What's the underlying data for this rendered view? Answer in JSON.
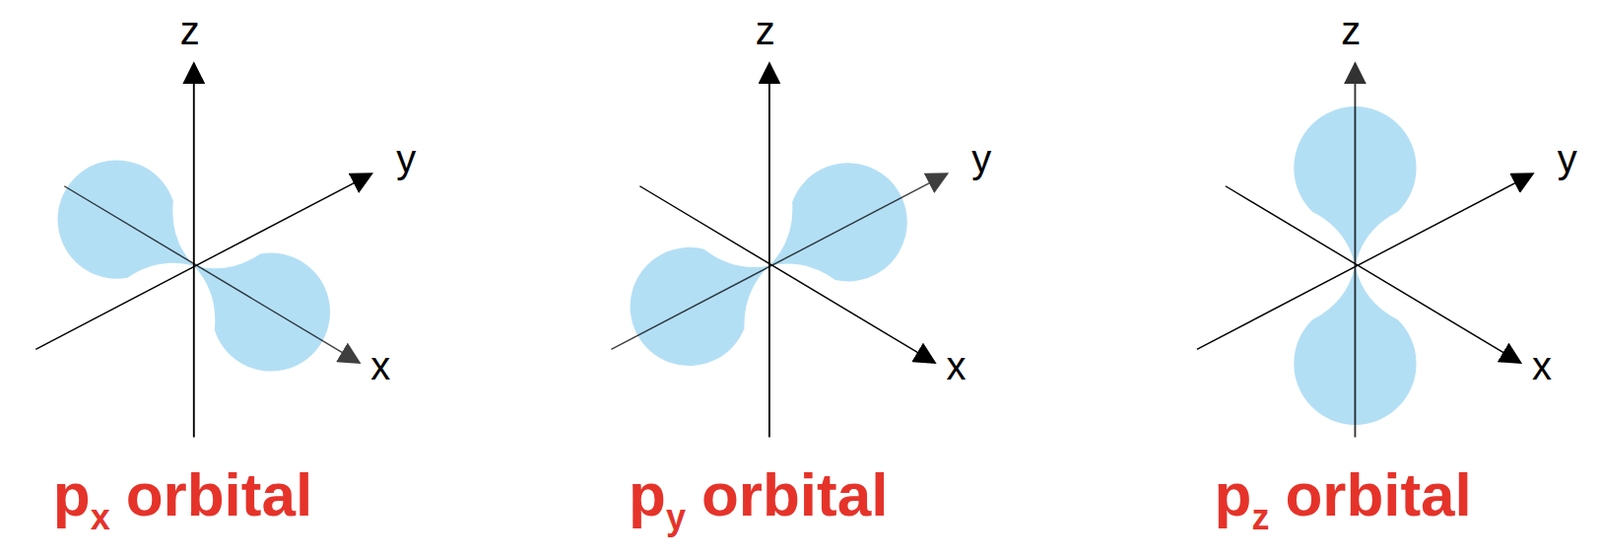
{
  "diagram": {
    "labels": [
      "z",
      "y",
      "x",
      "p",
      "x",
      "orbital",
      "z",
      "y",
      "x",
      "p",
      "y",
      "orbital",
      "z",
      "y",
      "x",
      "p",
      "z",
      "orbital"
    ]
  }
}
